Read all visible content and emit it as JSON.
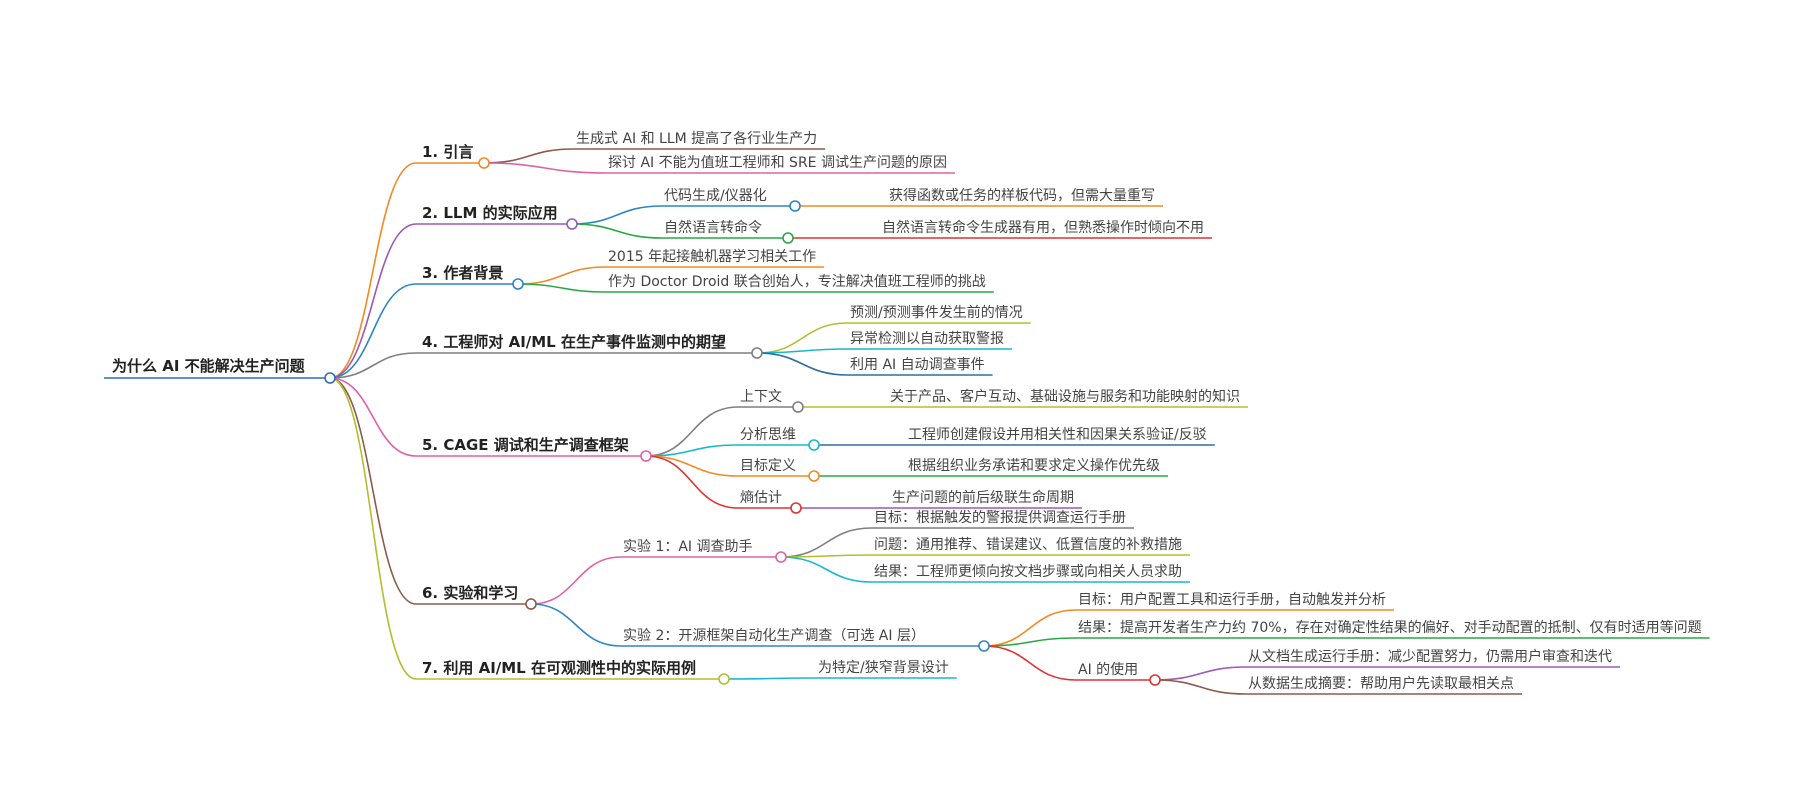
{
  "root": {
    "label": "为什么 AI 不能解决生产问题",
    "color": "#2f6fb7"
  },
  "branches": [
    {
      "label": "1. 引言",
      "color": "#f08a24",
      "children": [
        {
          "label": "生成式 AI 和 LLM 提高了各行业生产力",
          "color": "#8b5a4a"
        },
        {
          "label": "探讨 AI 不能为值班工程师和 SRE 调试生产问题的原因",
          "color": "#e060a8"
        }
      ]
    },
    {
      "label": "2. LLM 的实际应用",
      "color": "#9b59b6",
      "children": [
        {
          "label": "代码生成/仪器化",
          "color": "#2e86c1",
          "children": [
            {
              "label": "获得函数或任务的样板代码，但需大量重写",
              "color": "#f08a24"
            }
          ]
        },
        {
          "label": "自然语言转命令",
          "color": "#27a844",
          "children": [
            {
              "label": "自然语言转命令生成器有用，但熟悉操作时倾向不用",
              "color": "#e03131"
            }
          ]
        }
      ]
    },
    {
      "label": "3. 作者背景",
      "color": "#2e86c1",
      "children": [
        {
          "label": "2015 年起接触机器学习相关工作",
          "color": "#f08a24"
        },
        {
          "label": "作为 Doctor Droid 联合创始人，专注解决值班工程师的挑战",
          "color": "#27a844"
        }
      ]
    },
    {
      "label": "4. 工程师对 AI/ML 在生产事件监测中的期望",
      "color": "#7f7f7f",
      "children": [
        {
          "label": "预测/预测事件发生前的情况",
          "color": "#b5bd2e"
        },
        {
          "label": "异常检测以自动获取警报",
          "color": "#17b8cf"
        },
        {
          "label": "利用 AI 自动调查事件",
          "color": "#2e6da4"
        }
      ]
    },
    {
      "label": "5. CAGE 调试和生产调查框架",
      "color": "#e060a8",
      "children": [
        {
          "label": "上下文",
          "color": "#7f7f7f",
          "children": [
            {
              "label": "关于产品、客户互动、基础设施与服务和功能映射的知识",
              "color": "#b5bd2e"
            }
          ]
        },
        {
          "label": "分析思维",
          "color": "#17b8cf",
          "children": [
            {
              "label": "工程师创建假设并用相关性和因果关系验证/反驳",
              "color": "#2e6da4"
            }
          ]
        },
        {
          "label": "目标定义",
          "color": "#f08a24",
          "children": [
            {
              "label": "根据组织业务承诺和要求定义操作优先级",
              "color": "#27a844"
            }
          ]
        },
        {
          "label": "熵估计",
          "color": "#e03131",
          "children": [
            {
              "label": "生产问题的前后级联生命周期",
              "color": "#9b59b6"
            }
          ]
        }
      ]
    },
    {
      "label": "6. 实验和学习",
      "color": "#8b5a4a",
      "children": [
        {
          "label": "实验 1：AI 调查助手",
          "color": "#e060a8",
          "children": [
            {
              "label": "目标：根据触发的警报提供调查运行手册",
              "color": "#7f7f7f"
            },
            {
              "label": "问题：通用推荐、错误建议、低置信度的补救措施",
              "color": "#b5bd2e"
            },
            {
              "label": "结果：工程师更倾向按文档步骤或向相关人员求助",
              "color": "#17b8cf"
            }
          ]
        },
        {
          "label": "实验 2：开源框架自动化生产调查（可选 AI 层）",
          "color": "#2e86c1",
          "children": [
            {
              "label": "目标：用户配置工具和运行手册，自动触发并分析",
              "color": "#f08a24"
            },
            {
              "label": "结果：提高开发者生产力约 70%，存在对确定性结果的偏好、对手动配置的抵制、仅有时适用等问题",
              "color": "#27a844"
            },
            {
              "label": "AI 的使用",
              "color": "#e03131",
              "children": [
                {
                  "label": "从文档生成运行手册：减少配置努力，仍需用户审查和迭代",
                  "color": "#9b59b6"
                },
                {
                  "label": "从数据生成摘要：帮助用户先读取最相关点",
                  "color": "#8b5a4a"
                }
              ]
            }
          ]
        }
      ]
    },
    {
      "label": "7. 利用 AI/ML 在可观测性中的实际用例",
      "color": "#b5bd2e",
      "children": [
        {
          "label": "为特定/狭窄背景设计",
          "color": "#17b8cf"
        }
      ]
    }
  ]
}
